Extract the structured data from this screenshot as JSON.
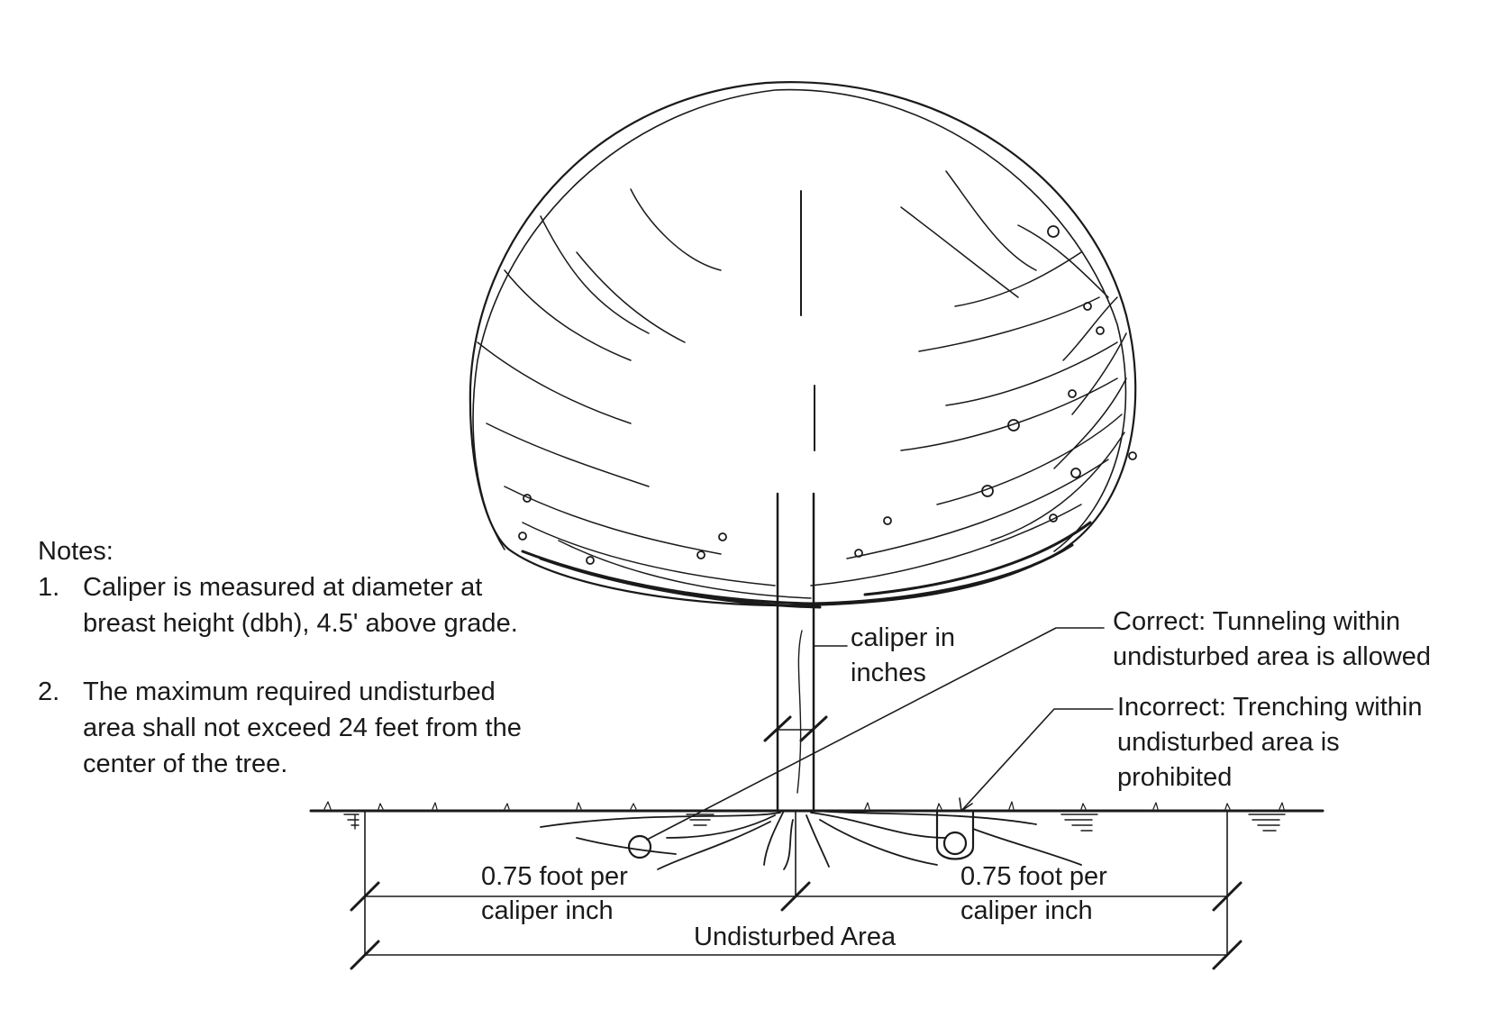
{
  "notes": {
    "heading": "Notes:",
    "items": [
      {
        "num": "1.",
        "line1": "Caliper is measured at diameter at",
        "line2": "breast height (dbh), 4.5' above grade.",
        "line3": ""
      },
      {
        "num": "2.",
        "line1": "The maximum required undisturbed",
        "line2": "area shall not exceed 24 feet from the",
        "line3": "center of the tree."
      }
    ]
  },
  "labels": {
    "caliper_line1": "caliper in",
    "caliper_line2": "inches",
    "correct_line1": "Correct: Tunneling within",
    "correct_line2": "undisturbed area is allowed",
    "incorrect_line1": "Incorrect: Trenching within",
    "incorrect_line2": "undisturbed area is",
    "incorrect_line3": "prohibited",
    "left_dim_line1": "0.75 foot per",
    "left_dim_line2": "caliper inch",
    "right_dim_line1": "0.75 foot per",
    "right_dim_line2": "caliper inch",
    "total_dim": "Undisturbed Area"
  },
  "colors": {
    "ink": "#1a1a1a",
    "background": "#ffffff"
  }
}
